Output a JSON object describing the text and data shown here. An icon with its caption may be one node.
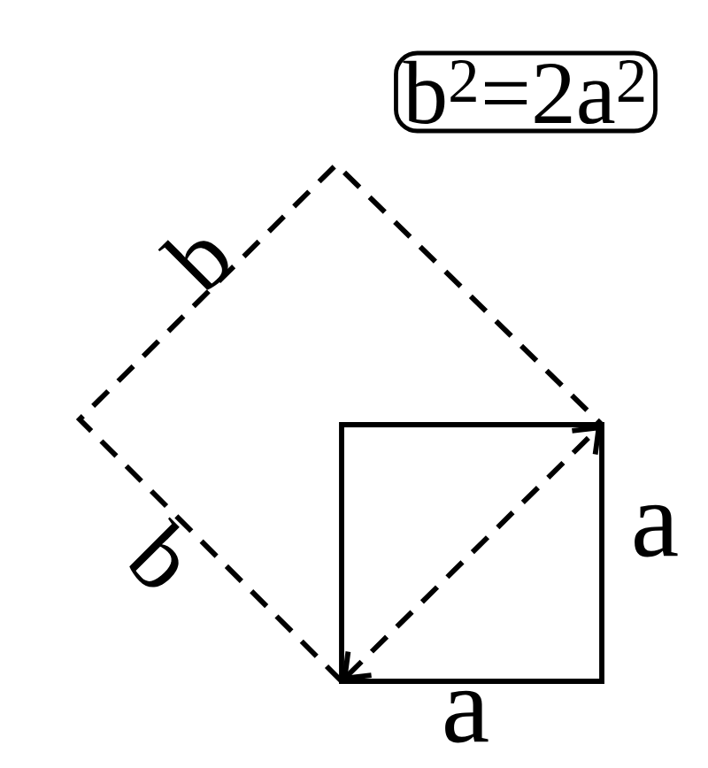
{
  "diagram": {
    "nodes": [
      {
        "text": [
          "b$^{2}$=2a$^{2}$"
        ]
      }
    ],
    "labels": [
      "b",
      "b",
      "a",
      "a"
    ]
  }
}
